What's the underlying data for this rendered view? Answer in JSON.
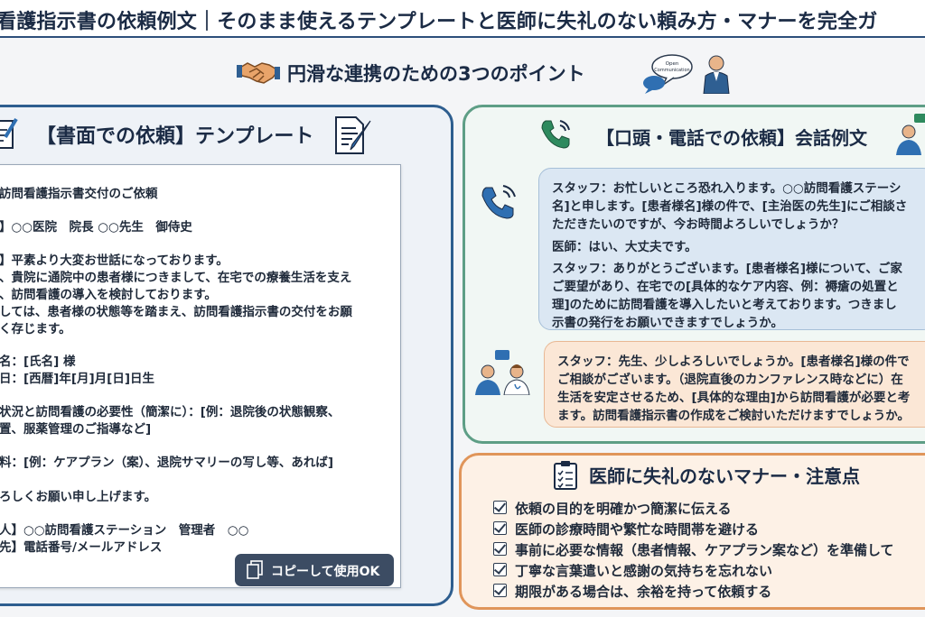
{
  "title": "看護指示書の依頼例文｜そのまま使えるテンプレートと医師に失礼のない頼み方・マナーを完全ガ",
  "subheading": "円滑な連携のための3つのポイント",
  "speech_bubble_icon_text": "Open Communication",
  "written_request": {
    "heading": "【書面での依頼】テンプレート",
    "lines": [
      "訪問看護指示書交付のご依頼",
      "】○○医院　院長 ○○先生　御侍史",
      "】平素より大変お世話になっております。",
      "、貴院に通院中の患者様につきまして、在宅での療養生活を支え",
      "、訪問看護の導入を検討しております。",
      "しては、患者様の状態等を踏まえ、訪問看護指示書の交付をお願",
      "く存じます。",
      "名：[氏名] 様",
      "日：[西暦]年[月]月[日]日生",
      "状況と訪問看護の必要性（簡潔に）：[例：退院後の状態観察、",
      "置、服薬管理のご指導など]",
      "料：[例：ケアプラン（案）、退院サマリーの写し等、あれば]",
      "ろしくお願い申し上げます。",
      "人】○○訪問看護ステーション　管理者　○○",
      "先】電話番号/メールアドレス"
    ],
    "copy_button": "コピーして使用OK"
  },
  "verbal_request": {
    "heading": "【口頭・電話での依頼】会話例文",
    "phone_dialogue": [
      "スタッフ：お忙しいところ恐れ入ります。○○訪問看護ステーシ",
      "名]と申します。[患者様名]様の件で、[主治医の先生]にご相談さ",
      "ただきたいのですが、今お時間よろしいでしょうか？",
      "医師：はい、大丈夫です。",
      "スタッフ：ありがとうございます。[患者様名]様について、ご家",
      "ご要望があり、在宅での[具体的なケア内容、例：褥瘡の処置と",
      "理]のために訪問看護を導入したいと考えております。つきまし",
      "示書の発行をお願いできますでしょうか。"
    ],
    "in_person_dialogue": [
      "スタッフ：先生、少しよろしいでしょうか。[患者様名]様の件で",
      "ご相談がございます。（退院直後のカンファレンス時などに）在",
      "生活を安定させるため、[具体的な理由]から訪問看護が必要と考",
      "ます。訪問看護指示書の作成をご検討いただけますでしょうか。"
    ]
  },
  "manners": {
    "heading": "医師に失礼のないマナー・注意点",
    "items": [
      "依頼の目的を明確かつ簡潔に伝える",
      "医師の診療時間や繁忙な時間帯を避ける",
      "事前に必要な情報（患者情報、ケアプラン案など）を準備して",
      "丁寧な言葉遣いと感謝の気持ちを忘れない",
      "期限がある場合は、余裕を持って依頼する"
    ]
  },
  "colors": {
    "title_border": "#2d4f7a",
    "left_panel_border": "#2e5e8f",
    "right_top_border": "#5e9e86",
    "right_bottom_border": "#e0955a",
    "bubble_blue": "#dbe7f3",
    "bubble_orange": "#fbe7d6",
    "button_bg": "#3c4c63"
  }
}
